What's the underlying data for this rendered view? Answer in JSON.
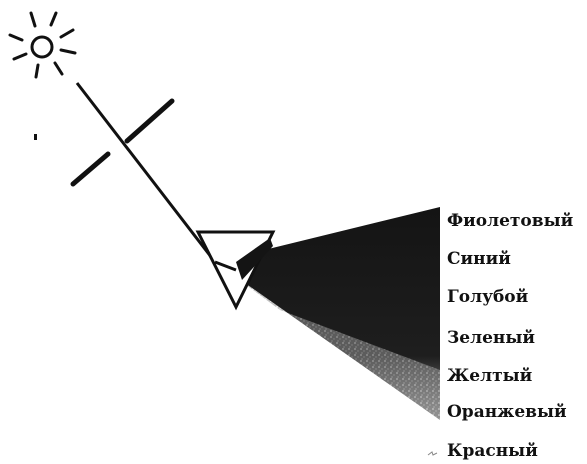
{
  "diagram": {
    "colors": {
      "ink": "#111111",
      "spectrum_dark": "#141414",
      "spectrum_light": "#9a9a9a",
      "background": "#ffffff"
    },
    "icons": [
      "sun-icon",
      "prism-icon"
    ],
    "spectrum_labels": [
      "Фиолетовый",
      "Синий",
      "Голубой",
      "Зеленый",
      "Желтый",
      "Оранжевый",
      "Красный"
    ]
  }
}
